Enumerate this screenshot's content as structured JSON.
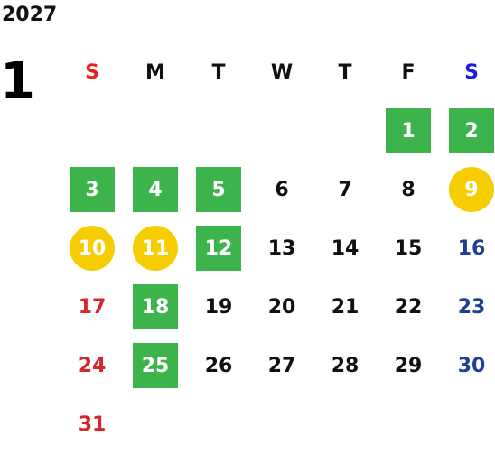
{
  "calendar": {
    "year": "2027",
    "month": "1",
    "weekday_headers": [
      {
        "label": "S",
        "kind": "sun"
      },
      {
        "label": "M",
        "kind": "weekday"
      },
      {
        "label": "T",
        "kind": "weekday"
      },
      {
        "label": "W",
        "kind": "weekday"
      },
      {
        "label": "T",
        "kind": "weekday"
      },
      {
        "label": "F",
        "kind": "weekday"
      },
      {
        "label": "S",
        "kind": "sat"
      }
    ],
    "first_weekday_index": 5,
    "days": [
      {
        "day": "1",
        "highlight": "green"
      },
      {
        "day": "2",
        "highlight": "green"
      },
      {
        "day": "3",
        "highlight": "green"
      },
      {
        "day": "4",
        "highlight": "green"
      },
      {
        "day": "5",
        "highlight": "green"
      },
      {
        "day": "6",
        "highlight": "none"
      },
      {
        "day": "7",
        "highlight": "none"
      },
      {
        "day": "8",
        "highlight": "none"
      },
      {
        "day": "9",
        "highlight": "gold"
      },
      {
        "day": "10",
        "highlight": "gold"
      },
      {
        "day": "11",
        "highlight": "gold"
      },
      {
        "day": "12",
        "highlight": "green"
      },
      {
        "day": "13",
        "highlight": "none"
      },
      {
        "day": "14",
        "highlight": "none"
      },
      {
        "day": "15",
        "highlight": "none"
      },
      {
        "day": "16",
        "highlight": "none"
      },
      {
        "day": "17",
        "highlight": "none"
      },
      {
        "day": "18",
        "highlight": "green"
      },
      {
        "day": "19",
        "highlight": "none"
      },
      {
        "day": "20",
        "highlight": "none"
      },
      {
        "day": "21",
        "highlight": "none"
      },
      {
        "day": "22",
        "highlight": "none"
      },
      {
        "day": "23",
        "highlight": "none"
      },
      {
        "day": "24",
        "highlight": "none"
      },
      {
        "day": "25",
        "highlight": "green"
      },
      {
        "day": "26",
        "highlight": "none"
      },
      {
        "day": "27",
        "highlight": "none"
      },
      {
        "day": "28",
        "highlight": "none"
      },
      {
        "day": "29",
        "highlight": "none"
      },
      {
        "day": "30",
        "highlight": "none"
      },
      {
        "day": "31",
        "highlight": "none"
      }
    ],
    "colors": {
      "green_highlight": "#3cb44b",
      "gold_highlight": "#f6cd00",
      "sunday_header": "#e8211d",
      "saturday_header": "#1d1dd8",
      "sunday_day": "#d8252a",
      "saturday_day": "#1f3f93",
      "default_text": "#111111"
    }
  }
}
